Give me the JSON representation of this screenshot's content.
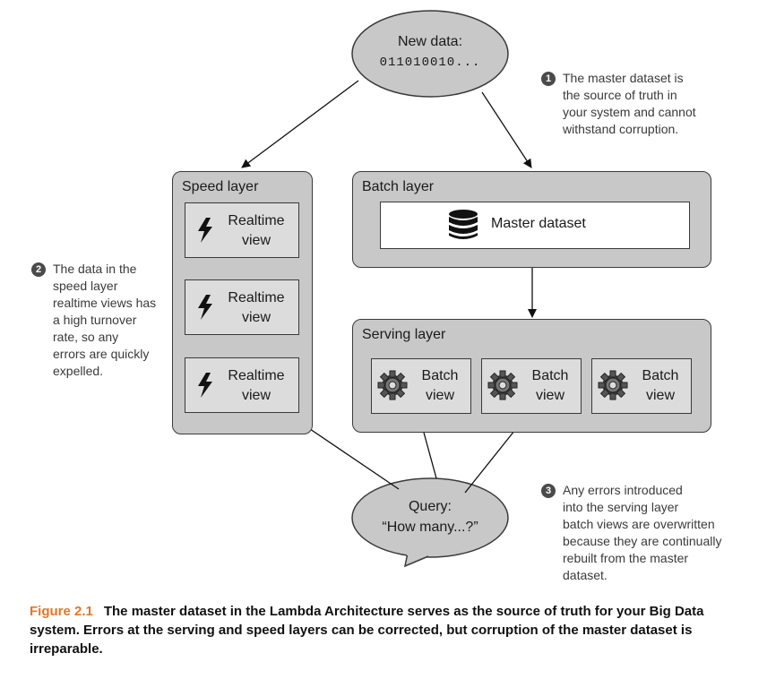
{
  "new_data": {
    "title": "New data:",
    "value": "011010010..."
  },
  "speed_layer": {
    "title": "Speed layer",
    "views": [
      {
        "line1": "Realtime",
        "line2": "view"
      },
      {
        "line1": "Realtime",
        "line2": "view"
      },
      {
        "line1": "Realtime",
        "line2": "view"
      }
    ]
  },
  "batch_layer": {
    "title": "Batch layer",
    "master_label": "Master dataset"
  },
  "serving_layer": {
    "title": "Serving layer",
    "views": [
      {
        "line1": "Batch",
        "line2": "view"
      },
      {
        "line1": "Batch",
        "line2": "view"
      },
      {
        "line1": "Batch",
        "line2": "view"
      }
    ]
  },
  "query": {
    "line1": "Query:",
    "line2": "“How many...?”"
  },
  "notes": [
    {
      "num": "1",
      "lines": [
        "The master dataset is",
        "the source of truth in",
        "your system and cannot",
        "withstand corruption."
      ]
    },
    {
      "num": "2",
      "lines": [
        "The data in the",
        "speed layer",
        "realtime views has",
        "a high turnover",
        "rate, so any",
        "errors are quickly",
        "expelled."
      ]
    },
    {
      "num": "3",
      "lines": [
        "Any errors introduced",
        "into the serving layer",
        "batch views are overwritten",
        "because they are continually",
        "rebuilt from the master",
        "dataset."
      ]
    }
  ],
  "caption": {
    "figure": "Figure 2.1",
    "text": "The master dataset in the Lambda Architecture serves as the source of truth for your Big Data system. Errors at the serving and speed layers can be corrected, but corruption of the master dataset is irreparable."
  },
  "icons": {
    "speed_view": "lightning-bolt-icon",
    "batch_view": "gear-icon",
    "master": "database-icon"
  },
  "colors": {
    "node_fill": "#c8c8c8",
    "caption_accent": "#e0772a"
  }
}
